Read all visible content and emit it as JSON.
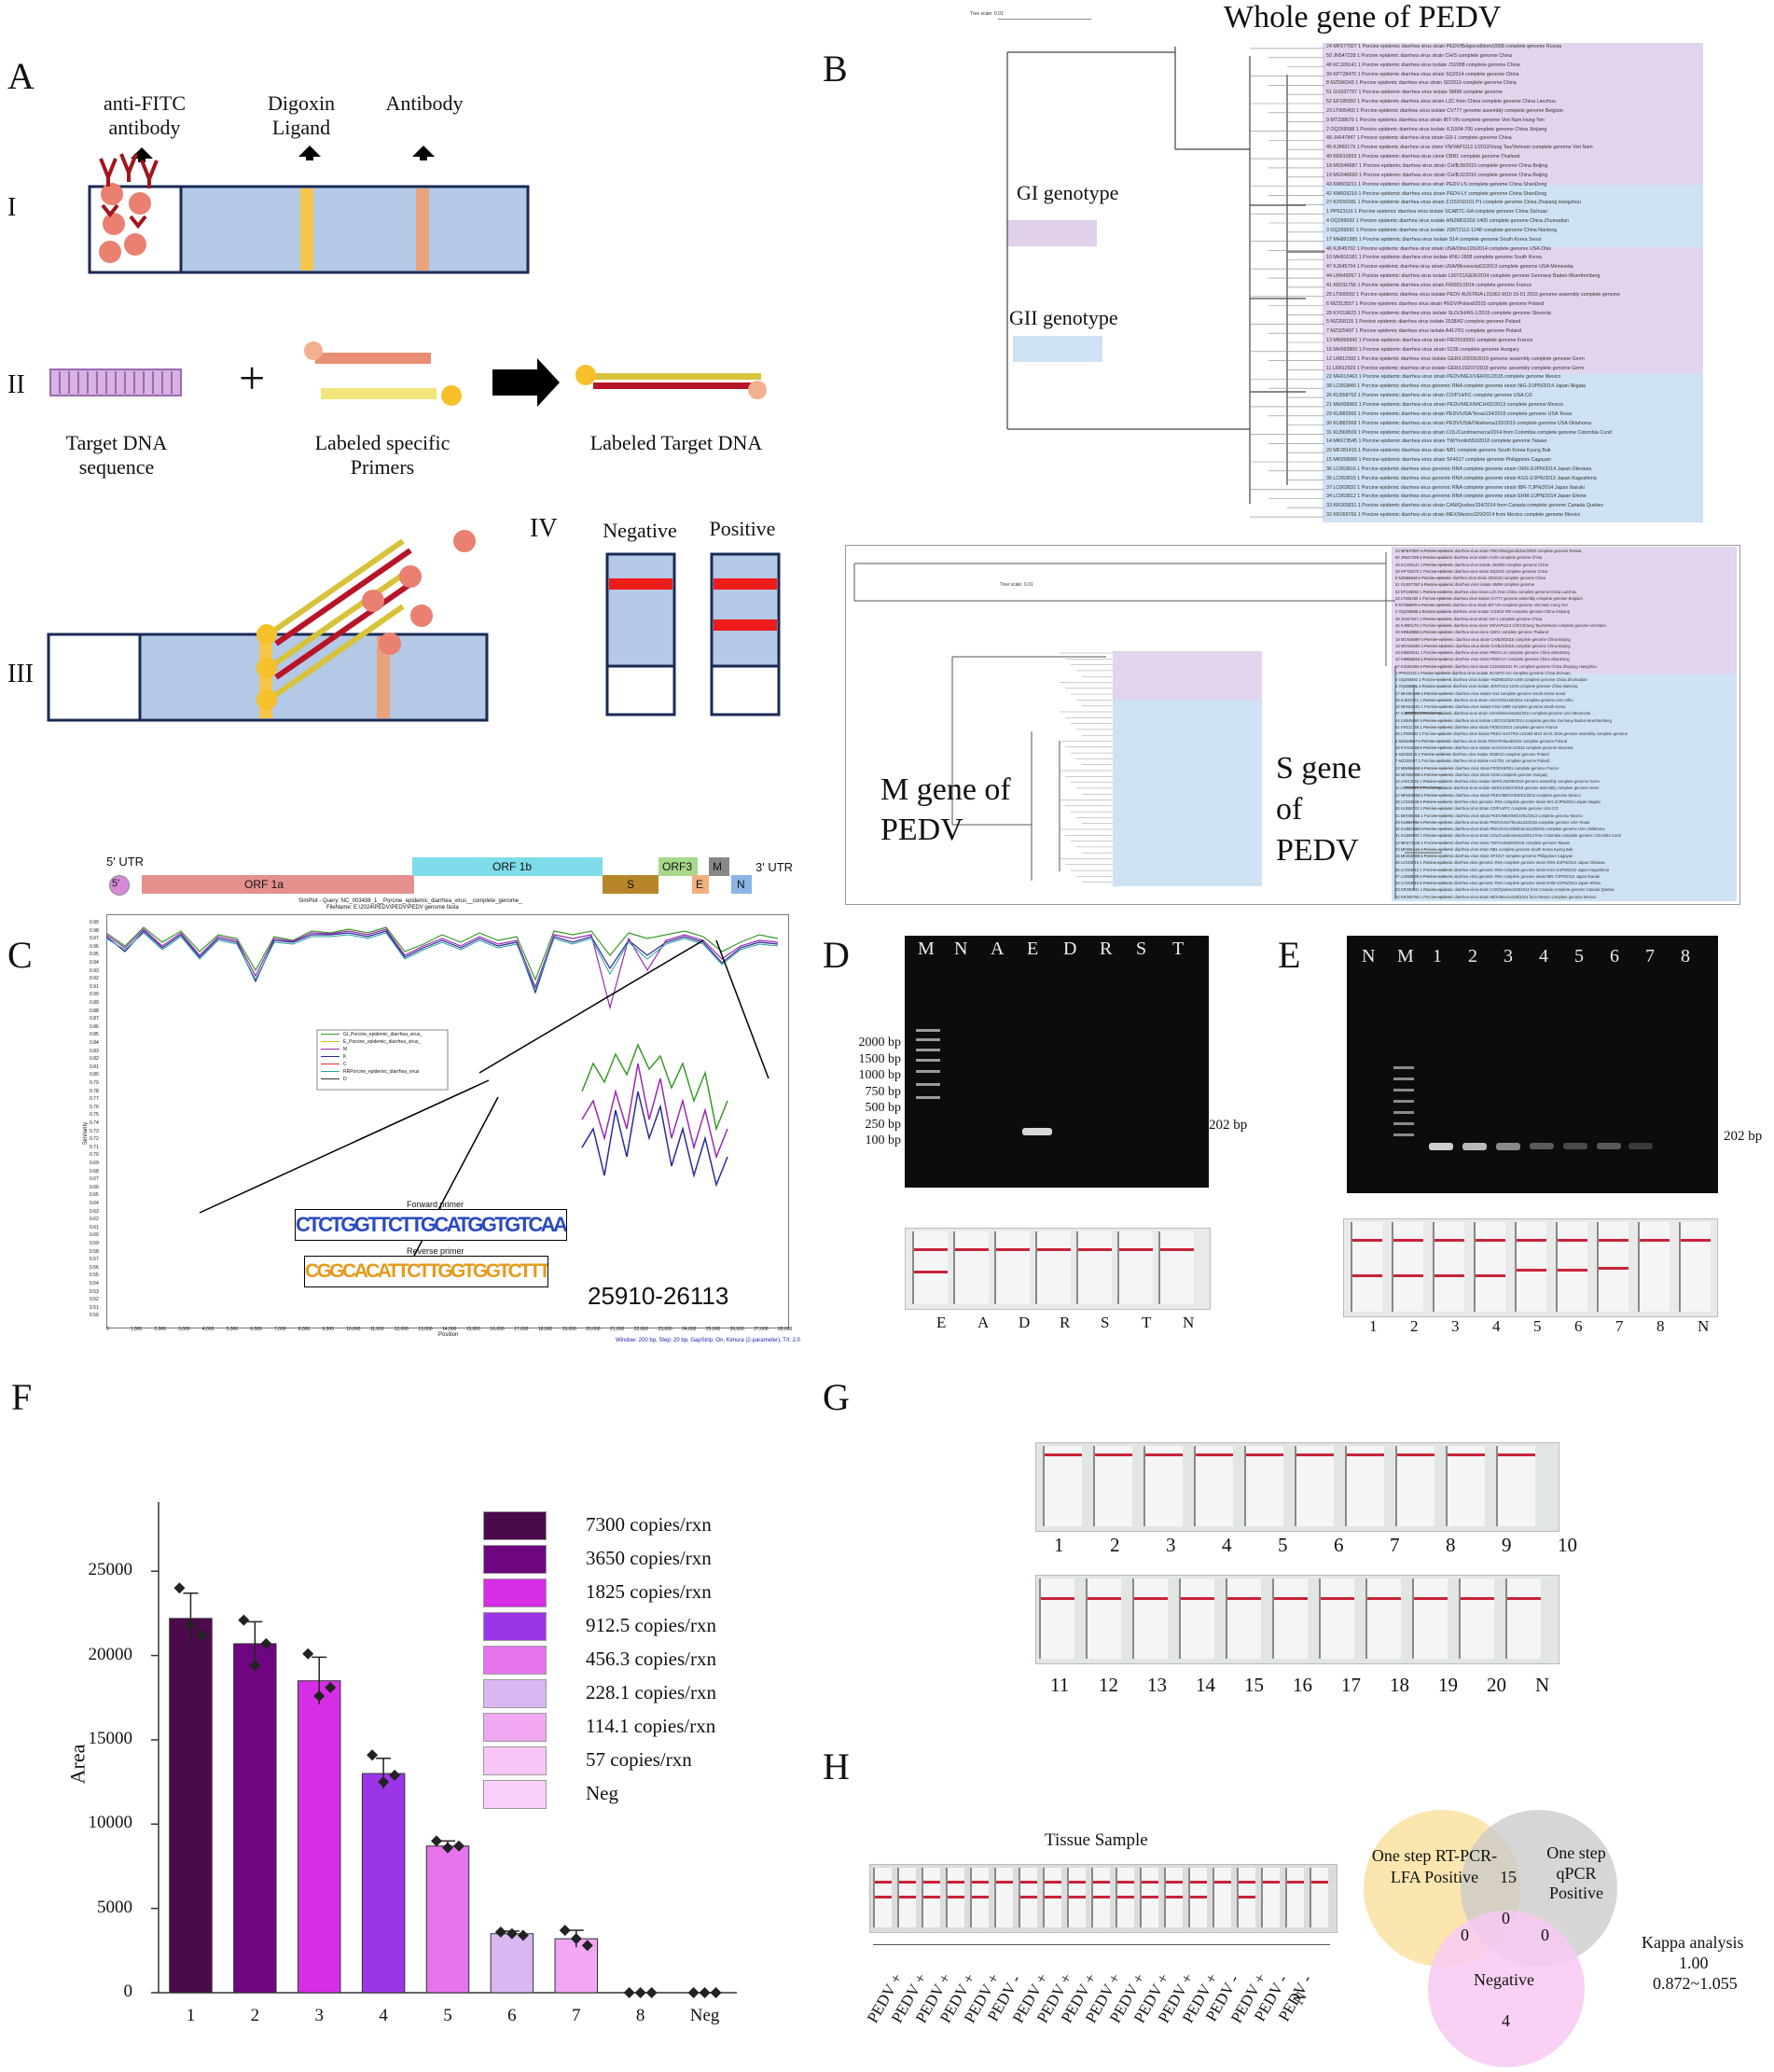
{
  "panels": {
    "A": {
      "letter": "A",
      "row_I": "I",
      "row_II": "II",
      "row_III": "III",
      "row_IV": "IV",
      "anti_fitc": "anti-FITC antibody",
      "digoxin": "Digoxin Ligand",
      "antibody": "Antibody",
      "target_dna": "Target DNA sequence",
      "labeled_primers": "Labeled specific Primers",
      "labeled_target": "Labeled Target DNA",
      "plus": "+",
      "negative": "Negative",
      "positive": "Positive"
    },
    "B": {
      "letter": "B",
      "title": "Whole gene of PEDV",
      "tree_scale": "Tree scale: 0.01",
      "gi": "GI genotype",
      "gii": "GII genotype",
      "m_gene": "M gene of PEDV",
      "s_gene": "S gene of PEDV",
      "tree_scale2": "Tree scale: 0.01",
      "whole_gene_leaves": [
        "24 MF577027 1 Porcine epidemic diarrhea virus strain PEDV/Belgorod/dom/2008 complete genome Russia",
        "50 JN547228 1 Porcine epidemic diarrhea virus strain CH/S complete genome China",
        "48 KC109141 1 Porcine epidemic diarrhea virus isolate JS2008 complete genome China",
        "39 KP728470 1 Porcine epidemic diarrhea virus strain SQ2014 complete genome China",
        "8 MZ596343 1 Porcine epidemic diarrhea virus strain SD2019 complete genome China",
        "51 GU937797 1 Porcine epidemic diarrhea virus isolate SM98 complete genome",
        "52 EF185992 1 Porcine epidemic diarrhea virus strain LZC from China complete genome China Lanzhou",
        "23 LT905450 1 Porcine epidemic diarrhea virus isolate CV777 genome assembly complete genome Belgium",
        "9 MT338679 1 Porcine epidemic diarrhea virus strain IBT-VN complete genome Viet Nam Hung Yen",
        "2 OQ269588 1 Porcine epidemic diarrhea virus isolate XJ1904-700 complete genome China Xinjiang",
        "49 JX647847 1 Porcine epidemic diarrhea virus strain GD-1 complete genome China",
        "45 KJ960179 1 Porcine epidemic diarrhea virus clone VN/VAP1113 1/2013/Vung Tau/Vietnam complete genome Viet Nam",
        "40 KR610993 1 Porcine epidemic diarrhea virus clone CBR1 complete genome Thailand",
        "18 MG546687 1 Porcine epidemic diarrhea virus strain CH/BJ9/2015 complete genome China Beijing",
        "19 MG546690 1 Porcine epidemic diarrhea virus strain CH/BJ1/2016 complete genome China Beijing",
        "43 KM609211 1 Porcine epidemic diarrhea virus strain PEDV-LS complete genome China ShanDong",
        "42 KM609210 1 Porcine epidemic diarrhea virus strain PEDV-LY complete genome China ShanDong",
        "27 KX550281 1 Porcine epidemic diarrhea virus strain ZJ15XS0101 P1 complete genome China Zhejiang Hangzhou",
        "1 PP623116 1 Porcine epidemic diarrhea virus isolate SCABTC-GA complete genome China Sichuan",
        "4 OQ269592 1 Porcine epidemic diarrhea virus isolate HNZMD2202-1405 complete genome China Zhumadian",
        "3 OQ269591 1 Porcine epidemic diarrhea virus isolate JSNT2112-1248 complete genome China Nantong",
        "17 MH891585 1 Porcine epidemic diarrhea virus isolate S14 complete genome South Korea Seoul",
        "46 KJ645702 1 Porcine epidemic diarrhea virus strain USA/Ohio126/2014 complete genome USA Ohio",
        "10 MH816181 1 Porcine epidemic diarrhea virus isolate KNU-1808 complete genome South Korea",
        "47 KJ645704 1 Porcine epidemic diarrhea virus strain USA/Minnesota52/2013 complete genome USA Minnesota",
        "44 LM645057 1 Porcine epidemic diarrhea virus isolate L00721/GER/2014 complete genome Germany Baden-Wuerttemberg",
        "41 KR011756 1 Porcine epidemic diarrhea virus strain FR/001/2014 complete genome France",
        "25 LT900502 1 Porcine epidemic diarrhea virus isolate PEDV AUSTRIA L01062-M10 15-01 2015 genome assembly complete genome",
        "6 MZ313557 1 Porcine epidemic diarrhea virus strain PEDV/Poland/2015 complete genome Poland",
        "28 KY019623 1 Porcine epidemic diarrhea virus isolate SLO/JH/AS-1/2015 complete genome Slovenia",
        "5 MZ268115 1 Porcine epidemic diarrhea virus isolate 2538/42 complete genome Poland",
        "7 MZ325497 1 Porcine epidemic diarrhea virus isolate A417/01 complete genome Poland",
        "13 MN056942 1 Porcine epidemic diarrhea virus strain FR/2019/001 complete genome France",
        "16 MH593800 1 Porcine epidemic diarrhea virus strain S236 complete genome Hungary",
        "12 LR812932 1 Porcine epidemic diarrhea virus isolate GER/L03205/2019 genome assembly complete genome Germ",
        "11 LR812929 1 Porcine epidemic diarrhea virus isolate GER/L03207/2019 genome assembly complete genome Germ",
        "22 MH013463 1 Porcine epidemic diarrhea virus strain PEDV/MEX/VER/01/2015 complete genome Mexico",
        "38 LC063840 1 Porcine epidemic diarrhea virus genomic RNA complete genome strain NIG-2/JPN/2014 Japan Niigata",
        "26 KU558702 1 Porcine epidemic diarrhea virus strain CO/P14/FC complete genome USA CO",
        "21 MH008965 1 Porcine epidemic diarrhea virus strain PEDV/MEX/MICH/02/2013 complete genome Mexico",
        "29 KU882966 1 Porcine epidemic diarrhea virus strain PEDV/USA/Texas134/2015 complete genome USA Texas",
        "30 KU882968 1 Porcine epidemic diarrhea virus strain PEDV/USA/Oklahoma133/2015 complete genome USA Oklahoma",
        "31 KU569509 1 Porcine epidemic diarrhea virus strain COL/Cundinamarca/2014 from Colombia complete genome Colombia Cund",
        "14 MK673545 1 Porcine epidemic diarrhea virus strain TW/Yunlin550/2018 complete genome Taiwan",
        "20 MF281416 1 Porcine epidemic diarrhea virus strain NB1 complete genome South Korea Kyung Buk",
        "15 MK558089 1 Porcine epidemic diarrhea virus strain SF4017 complete genome Philippines Cagayan",
        "36 LC063816 1 Porcine epidemic diarrhea virus genomic RNA complete genome strain OKN-2/JPN/2014 Japan Okinawa",
        "35 LC063815 1 Porcine epidemic diarrhea virus genomic RNA complete genome strain KGS-2/JPN/2013 Japan Kagoshima",
        "37 LC063832 1 Porcine epidemic diarrhea virus genomic RNA complete genome strain IBR-7/JPN/2014 Japan Ibaraki",
        "34 LC063812 1 Porcine epidemic diarrhea virus genomic RNA complete genome strain EHM-1/JPN/2014 Japan Ehime",
        "33 KR265831 1 Porcine epidemic diarrhea virus strain CAN/Quebec334/2014 from Canada complete genome Canada Quebec",
        "32 KR265766 1 Porcine epidemic diarrhea virus strain MEX/Mexico329/2014 from Mexico complete genome Mexico"
      ]
    },
    "C": {
      "letter": "C",
      "utr5": "5' UTR",
      "utr3": "3' UTR",
      "five_prime": "5'",
      "orf1a": "ORF 1a",
      "orf1b": "ORF 1b",
      "s": "S",
      "orf3": "ORF3",
      "m": "M",
      "e": "E",
      "n": "N",
      "simplot_title": "SimPlot - Query: NC_003436_1__Porcine_epidemic_diarrhea_virus__complete_genome_",
      "simplot_file": "FileName: E:\\2024\\PEDV\\PEDV\\PEDV genome fasta",
      "forward_primer": "Forward primer",
      "reverse_primer": "Reverse primer",
      "forward_seq": "CTCTGGTTCTTGCATGGTGTCAAGATGGCTATTCTATGG",
      "reverse_seq": "CGGCACATTCTTGGTGGTCTTTCAATCCTGAAAGAGAC",
      "region": "25910-26113",
      "xlabel": "Position",
      "ylabel": "Similarity",
      "footer": "Window: 200 bp, Step: 20 bp, GapStrip: On, Kimura (2-parameter), T/t: 2.0",
      "legend": [
        "GI_Porcine_epidemic_diarrhea_virus_",
        "E_Porcine_epidemic_diarrhea_virus_",
        "M",
        "K",
        "C",
        "RRPorcine_epidemic_diarrhea_virus",
        "D"
      ],
      "yticks": [
        "0.99",
        "0.98",
        "0.97",
        "0.96",
        "0.95",
        "0.94",
        "0.93",
        "0.92",
        "0.91",
        "0.90",
        "0.89",
        "0.88",
        "0.87",
        "0.86",
        "0.85",
        "0.84",
        "0.83",
        "0.82",
        "0.81",
        "0.80",
        "0.79",
        "0.78",
        "0.77",
        "0.76",
        "0.75",
        "0.74",
        "0.73",
        "0.72",
        "0.71",
        "0.70",
        "0.69",
        "0.68",
        "0.67",
        "0.66",
        "0.65",
        "0.64",
        "0.63",
        "0.62",
        "0.61",
        "0.60",
        "0.59",
        "0.58",
        "0.57",
        "0.56",
        "0.55",
        "0.54",
        "0.53",
        "0.52",
        "0.51",
        "0.50"
      ],
      "xticks": [
        "0",
        "1,000",
        "2,000",
        "3,000",
        "4,000",
        "5,000",
        "6,000",
        "7,000",
        "8,000",
        "9,000",
        "10,000",
        "11,000",
        "12,000",
        "13,000",
        "14,000",
        "15,000",
        "16,000",
        "17,000",
        "18,000",
        "19,000",
        "20,000",
        "21,000",
        "22,000",
        "23,000",
        "24,000",
        "25,000",
        "26,000",
        "27,000",
        "28,000"
      ]
    },
    "D": {
      "letter": "D",
      "lanes": [
        "M",
        "N",
        "A",
        "E",
        "D",
        "R",
        "S",
        "T"
      ],
      "markers": [
        "2000 bp",
        "1500 bp",
        "1000 bp",
        "750 bp",
        "500 bp",
        "250 bp",
        "100 bp"
      ],
      "band_label": "202 bp",
      "strip_labels": [
        "E",
        "A",
        "D",
        "R",
        "S",
        "T",
        "N"
      ]
    },
    "E": {
      "letter": "E",
      "lanes": [
        "N",
        "M",
        "1",
        "2",
        "3",
        "4",
        "5",
        "6",
        "7",
        "8"
      ],
      "band_label": "202 bp",
      "strip_labels": [
        "1",
        "2",
        "3",
        "4",
        "5",
        "6",
        "7",
        "8",
        "N"
      ]
    },
    "F": {
      "letter": "F",
      "ylabel": "Area"
    },
    "G": {
      "letter": "G",
      "row1": [
        "1",
        "2",
        "3",
        "4",
        "5",
        "6",
        "7",
        "8",
        "9",
        "10"
      ],
      "row2": [
        "11",
        "12",
        "13",
        "14",
        "15",
        "16",
        "17",
        "18",
        "19",
        "20",
        "N"
      ]
    },
    "H": {
      "letter": "H",
      "tissue": "Tissue Sample",
      "sample_labels": [
        "PEDV +",
        "PEDV +",
        "PEDV +",
        "PEDV +",
        "PEDV +",
        "PEDV -",
        "PEDV +",
        "PEDV +",
        "PEDV +",
        "PEDV +",
        "PEDV +",
        "PEDV +",
        "PEDV +",
        "PEDV +",
        "PEDV -",
        "PEDV +",
        "PEDV -",
        "PEDV -",
        "N"
      ],
      "venn_a": "One step RT-PCR-LFA Positive",
      "venn_b": "One step qPCR Positive",
      "venn_c": "Negative",
      "n_ab": "15",
      "n_abc": "0",
      "n_ac": "0",
      "n_bc": "0",
      "n_c": "4",
      "kappa": "Kappa analysis",
      "kappa_val": "1.00",
      "kappa_ci": "0.872~1.055"
    }
  },
  "chart_data": {
    "type": "bar",
    "categories": [
      "1",
      "2",
      "3",
      "4",
      "5",
      "6",
      "7",
      "8",
      "Neg"
    ],
    "values": [
      22200,
      20700,
      18500,
      13000,
      8700,
      3500,
      3200,
      0,
      0
    ],
    "errors": [
      1500,
      1300,
      1400,
      900,
      300,
      150,
      500,
      0,
      0
    ],
    "points": [
      [
        24000,
        21800,
        21200
      ],
      [
        22100,
        19400,
        20700
      ],
      [
        20100,
        17600,
        18100
      ],
      [
        14100,
        12500,
        12900
      ],
      [
        9000,
        8600,
        8700
      ],
      [
        3600,
        3500,
        3400
      ],
      [
        3700,
        3200,
        2800
      ],
      [
        0,
        0,
        0
      ],
      [
        0,
        0,
        0
      ]
    ],
    "colors": [
      "#4a0a4c",
      "#6e0680",
      "#d62ee6",
      "#9b36e8",
      "#e874ec",
      "#d9b8f2",
      "#f0a8f2",
      "#f7c6f7",
      "#f9d0fb"
    ],
    "series_labels": [
      "7300 copies/rxn",
      "3650 copies/rxn",
      "1825 copies/rxn",
      "912.5 copies/rxn",
      "456.3 copies/rxn",
      "228.1 copies/rxn",
      "114.1 copies/rxn",
      "57 copies/rxn",
      "Neg"
    ],
    "ylabel": "Area",
    "yticks": [
      "0",
      "5000",
      "10000",
      "15000",
      "20000",
      "25000"
    ],
    "ylim": [
      0,
      28000
    ]
  }
}
